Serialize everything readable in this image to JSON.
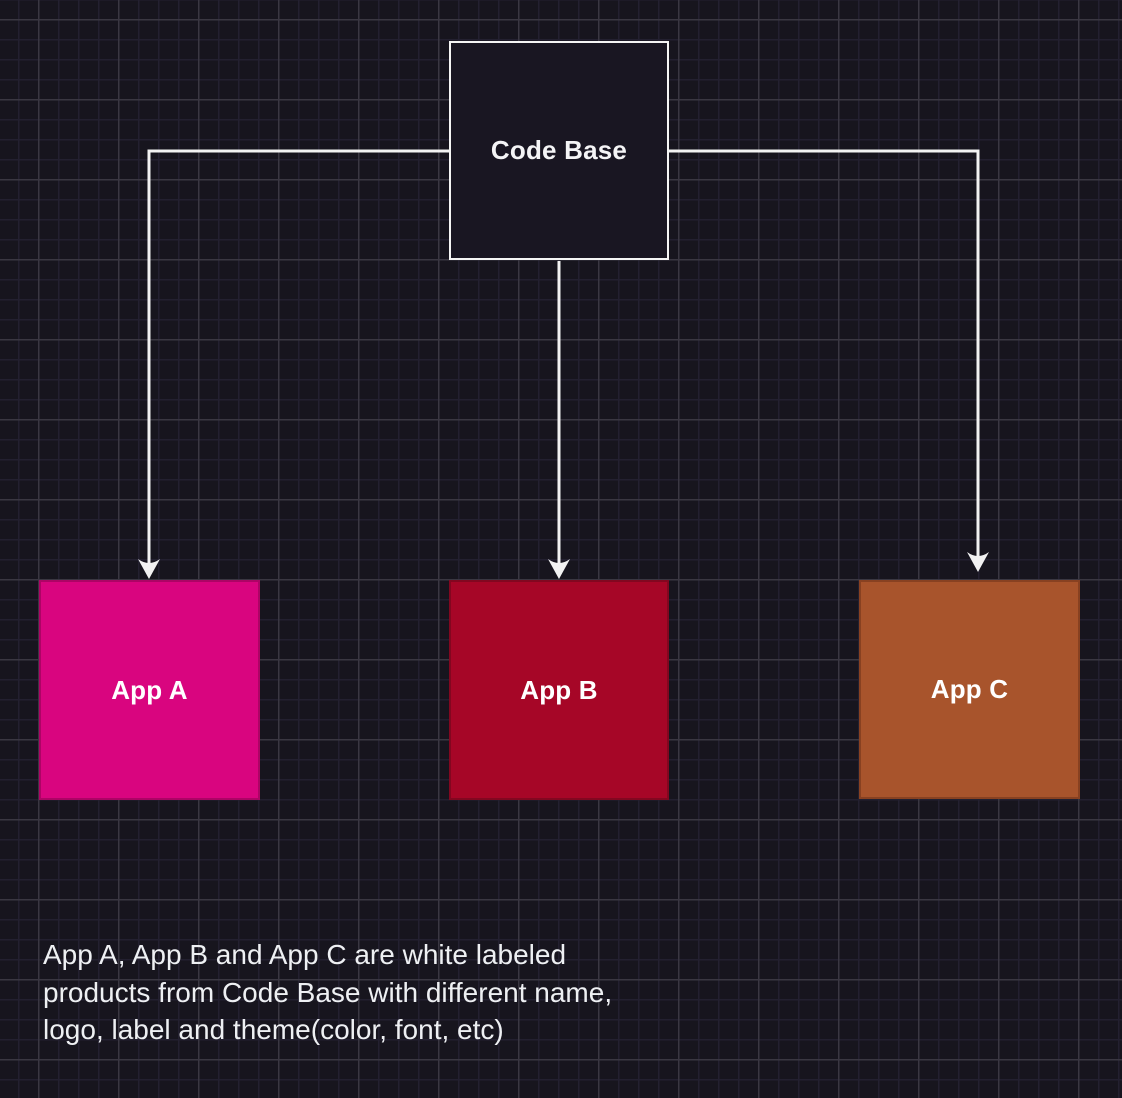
{
  "colors": {
    "background": "#17151e",
    "grid_minor": "#232030",
    "grid_major": "#3a3742",
    "connector": "#f2f2f2"
  },
  "nodes": [
    {
      "id": "code-base",
      "label": "Code Base",
      "fill": "#191622",
      "border_color": "#f5f5f5",
      "text_color": "#f4f4f6"
    },
    {
      "id": "app-a",
      "label": "App A",
      "fill": "#d9057f",
      "border_color": "#ad0465",
      "text_color": "#ffffff"
    },
    {
      "id": "app-b",
      "label": "App B",
      "fill": "#a60627",
      "border_color": "#820720",
      "text_color": "#ffffff"
    },
    {
      "id": "app-c",
      "label": "App C",
      "fill": "#a8542c",
      "border_color": "#884121",
      "text_color": "#ffffff"
    }
  ],
  "connections": [
    {
      "from": "Code Base",
      "to": "App A"
    },
    {
      "from": "Code Base",
      "to": "App B"
    },
    {
      "from": "Code Base",
      "to": "App C"
    }
  ],
  "caption": {
    "lines": [
      "App A, App B and App C are white labeled",
      "products from Code Base with different name,",
      "logo, label and theme(color, font, etc)"
    ]
  }
}
